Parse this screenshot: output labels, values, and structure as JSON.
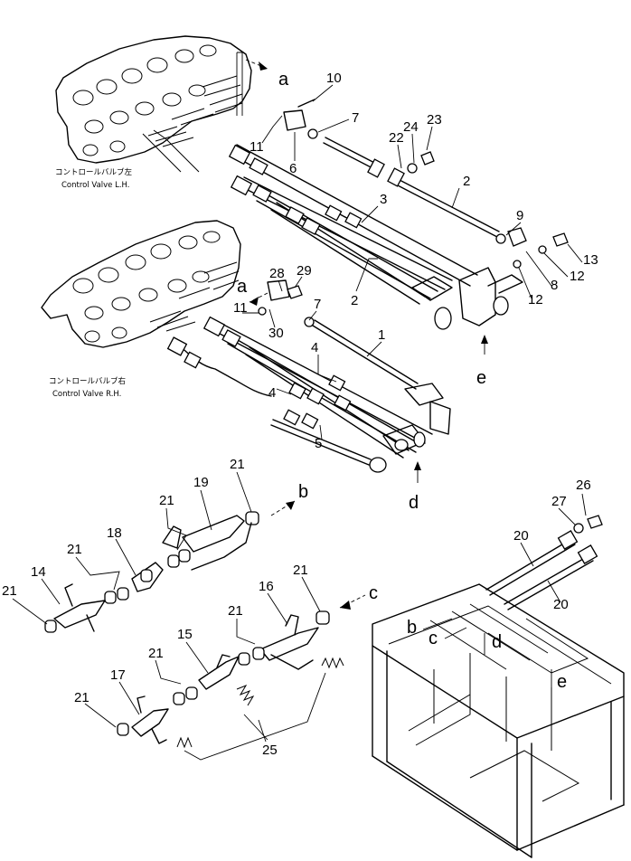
{
  "captions": {
    "lh_jp": "コントロールバルブ左",
    "lh_en": "Control Valve L.H.",
    "rh_jp": "コントロールバルブ右",
    "rh_en": "Control Valve R.H."
  },
  "part_numbers": [
    {
      "id": "p10",
      "text": "10"
    },
    {
      "id": "p7a",
      "text": "7"
    },
    {
      "id": "p11a",
      "text": "11"
    },
    {
      "id": "p6",
      "text": "6"
    },
    {
      "id": "p22",
      "text": "22"
    },
    {
      "id": "p24",
      "text": "24"
    },
    {
      "id": "p23",
      "text": "23"
    },
    {
      "id": "p2a",
      "text": "2"
    },
    {
      "id": "p3",
      "text": "3"
    },
    {
      "id": "p9",
      "text": "9"
    },
    {
      "id": "p13",
      "text": "13"
    },
    {
      "id": "p12a",
      "text": "12"
    },
    {
      "id": "p8",
      "text": "8"
    },
    {
      "id": "p12b",
      "text": "12"
    },
    {
      "id": "p2b",
      "text": "2"
    },
    {
      "id": "p28",
      "text": "28"
    },
    {
      "id": "p29",
      "text": "29"
    },
    {
      "id": "p11b",
      "text": "11"
    },
    {
      "id": "p30",
      "text": "30"
    },
    {
      "id": "p7b",
      "text": "7"
    },
    {
      "id": "p1",
      "text": "1"
    },
    {
      "id": "p4a",
      "text": "4"
    },
    {
      "id": "p4b",
      "text": "4"
    },
    {
      "id": "p5",
      "text": "5"
    },
    {
      "id": "p21a",
      "text": "21"
    },
    {
      "id": "p19",
      "text": "19"
    },
    {
      "id": "p21b",
      "text": "21"
    },
    {
      "id": "p18",
      "text": "18"
    },
    {
      "id": "p21c",
      "text": "21"
    },
    {
      "id": "p14",
      "text": "14"
    },
    {
      "id": "p21d",
      "text": "21"
    },
    {
      "id": "p26",
      "text": "26"
    },
    {
      "id": "p27",
      "text": "27"
    },
    {
      "id": "p20a",
      "text": "20"
    },
    {
      "id": "p20b",
      "text": "20"
    },
    {
      "id": "p21e",
      "text": "21"
    },
    {
      "id": "p16",
      "text": "16"
    },
    {
      "id": "p21f",
      "text": "21"
    },
    {
      "id": "p15",
      "text": "15"
    },
    {
      "id": "p21g",
      "text": "21"
    },
    {
      "id": "p17",
      "text": "17"
    },
    {
      "id": "p21h",
      "text": "21"
    },
    {
      "id": "p25",
      "text": "25"
    }
  ],
  "reference_letters": [
    {
      "id": "a1",
      "text": "a"
    },
    {
      "id": "a2",
      "text": "a"
    },
    {
      "id": "e1",
      "text": "e"
    },
    {
      "id": "d1",
      "text": "d"
    },
    {
      "id": "b1",
      "text": "b"
    },
    {
      "id": "c1",
      "text": "c"
    },
    {
      "id": "b2",
      "text": "b"
    },
    {
      "id": "c2",
      "text": "c"
    },
    {
      "id": "d2",
      "text": "d"
    },
    {
      "id": "e2",
      "text": "e"
    }
  ]
}
